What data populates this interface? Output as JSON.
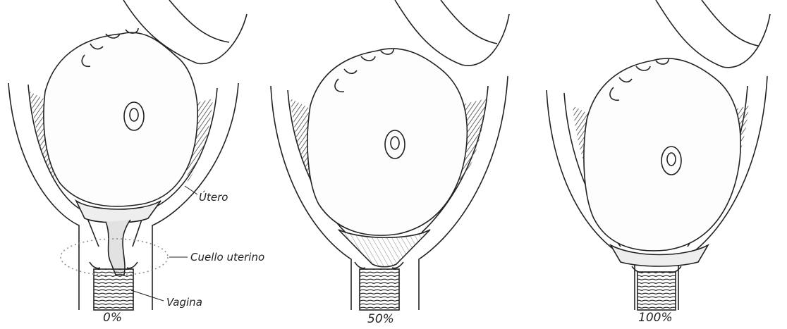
{
  "figure": {
    "panels": [
      {
        "id": "panel-0",
        "label": "0%"
      },
      {
        "id": "panel-50",
        "label": "50%"
      },
      {
        "id": "panel-100",
        "label": "100%"
      }
    ],
    "annotations": {
      "uterus": "Útero",
      "cervix": "Cuello uterino",
      "vagina": "Vagina"
    },
    "colors": {
      "ink": "#222222",
      "shade": "#555555",
      "callout": "#888888"
    }
  }
}
